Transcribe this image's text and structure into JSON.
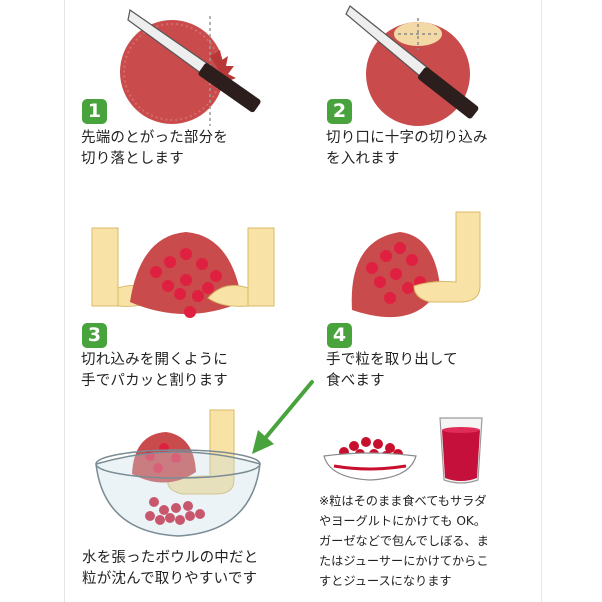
{
  "steps": [
    {
      "number": "1",
      "text": "先端のとがった部分を\n切り落とします"
    },
    {
      "number": "2",
      "text": "切り口に十字の切り込み\nを入れます"
    },
    {
      "number": "3",
      "text": "切れ込みを開くように\n手でパカッと割ります"
    },
    {
      "number": "4",
      "text": "手で粒を取り出して\n食べます"
    }
  ],
  "bowl_caption": "水を張ったボウルの中だと\n粒が沈んで取りやすいです",
  "note": "※粒はそのまま食べてもサラダ\nやヨーグルトにかけても OK。\nガーゼなどで包んでしぼる、ま\nたはジューサーにかけてからこ\nすとジュースになります",
  "colors": {
    "badge": "#49a33c",
    "arrow": "#49a33c",
    "fruit": "#c94b4b",
    "seed": "#c8102e",
    "hand": "#f8e2a6",
    "juice": "#c4103a"
  },
  "icons": [
    "knife-icon",
    "pomegranate-icon",
    "hand-icon",
    "bowl-icon",
    "glass-icon",
    "arrow-icon"
  ]
}
